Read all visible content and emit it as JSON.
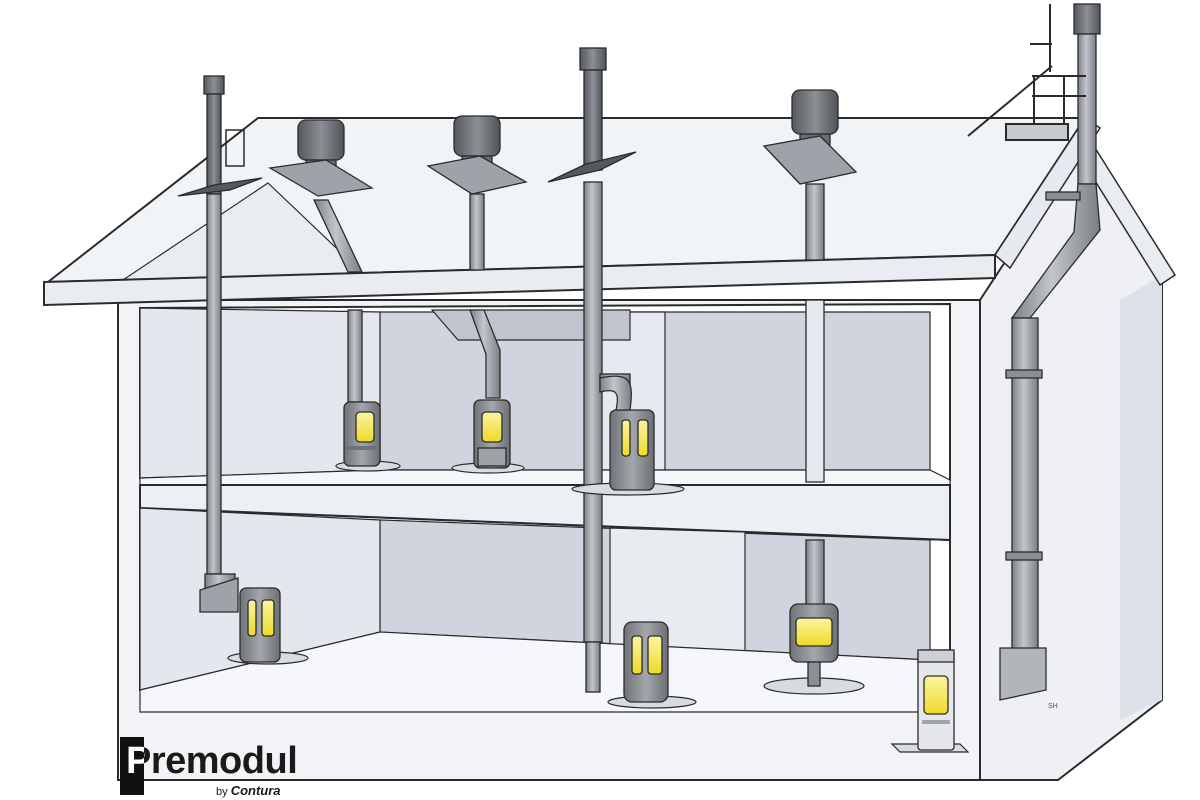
{
  "brand": {
    "name": "Premodul",
    "by_prefix": "by",
    "by_name": "Contura"
  },
  "signature": "SH",
  "colors": {
    "outline": "#2b2b2b",
    "wall": "#f1f3f7",
    "wall_shade": "#d9dde6",
    "room_back": "#c9ced8",
    "glass": "#eef2f6",
    "pipe": "#9ea3a9",
    "pipe_dark": "#6e7378",
    "stove_body": "#8d9096",
    "flame": "#f2e640",
    "logo_mark": "#111111"
  },
  "floors": [
    "upper-floor",
    "ground-floor"
  ],
  "stoves": [
    {
      "id": "upper-left-stove",
      "floor": "upper",
      "flue": "roof"
    },
    {
      "id": "upper-middle-stove",
      "floor": "upper",
      "flue": "roof"
    },
    {
      "id": "upper-right-stove",
      "floor": "upper",
      "flue": "rear-connection"
    },
    {
      "id": "ground-left-stove",
      "floor": "ground",
      "flue": "rear-connection"
    },
    {
      "id": "ground-middle-stove",
      "floor": "ground",
      "flue": "roof"
    },
    {
      "id": "ground-right-stove",
      "floor": "ground",
      "flue": "roof"
    },
    {
      "id": "ground-corner-stove",
      "floor": "ground",
      "flue": "external"
    }
  ]
}
